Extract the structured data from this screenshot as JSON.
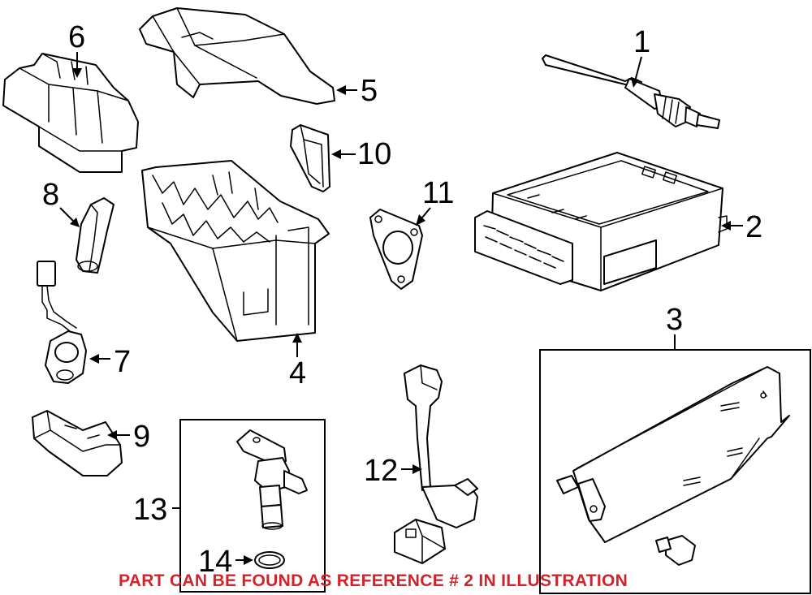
{
  "diagram": {
    "callouts": [
      {
        "id": "1",
        "label": "1"
      },
      {
        "id": "2",
        "label": "2"
      },
      {
        "id": "3",
        "label": "3"
      },
      {
        "id": "4",
        "label": "4"
      },
      {
        "id": "5",
        "label": "5"
      },
      {
        "id": "6",
        "label": "6"
      },
      {
        "id": "7",
        "label": "7"
      },
      {
        "id": "8",
        "label": "8"
      },
      {
        "id": "9",
        "label": "9"
      },
      {
        "id": "10",
        "label": "10"
      },
      {
        "id": "11",
        "label": "11"
      },
      {
        "id": "12",
        "label": "12"
      },
      {
        "id": "13",
        "label": "13"
      },
      {
        "id": "14",
        "label": "14"
      }
    ],
    "notice": "PART CAN BE FOUND AS REFERENCE # 2 IN ILLUSTRATION",
    "notice_color": "#d2232a"
  }
}
